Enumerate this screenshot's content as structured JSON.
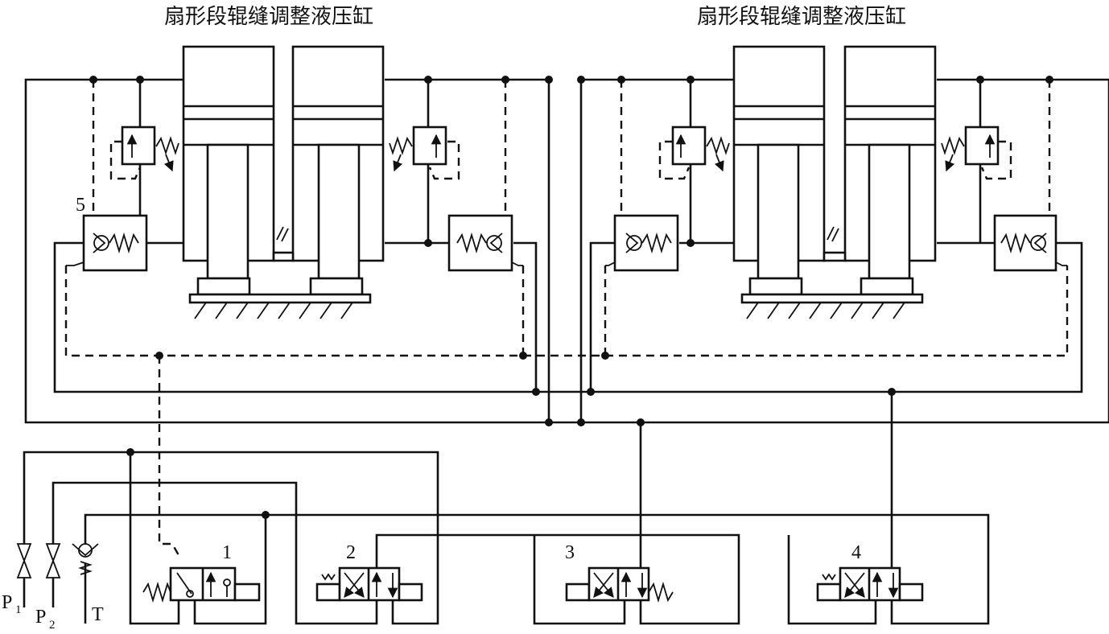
{
  "titles": {
    "left": "扇形段辊缝调整液压缸",
    "right": "扇形段辊缝调整液压缸"
  },
  "labels": {
    "valve1": "1",
    "valve2": "2",
    "valve3": "3",
    "valve4": "4",
    "valve5": "5",
    "p1": "P",
    "p1_sub": "1",
    "p2": "P",
    "p2_sub": "2",
    "tank": "T"
  },
  "colors": {
    "line": "#111111",
    "background": "#ffffff"
  }
}
